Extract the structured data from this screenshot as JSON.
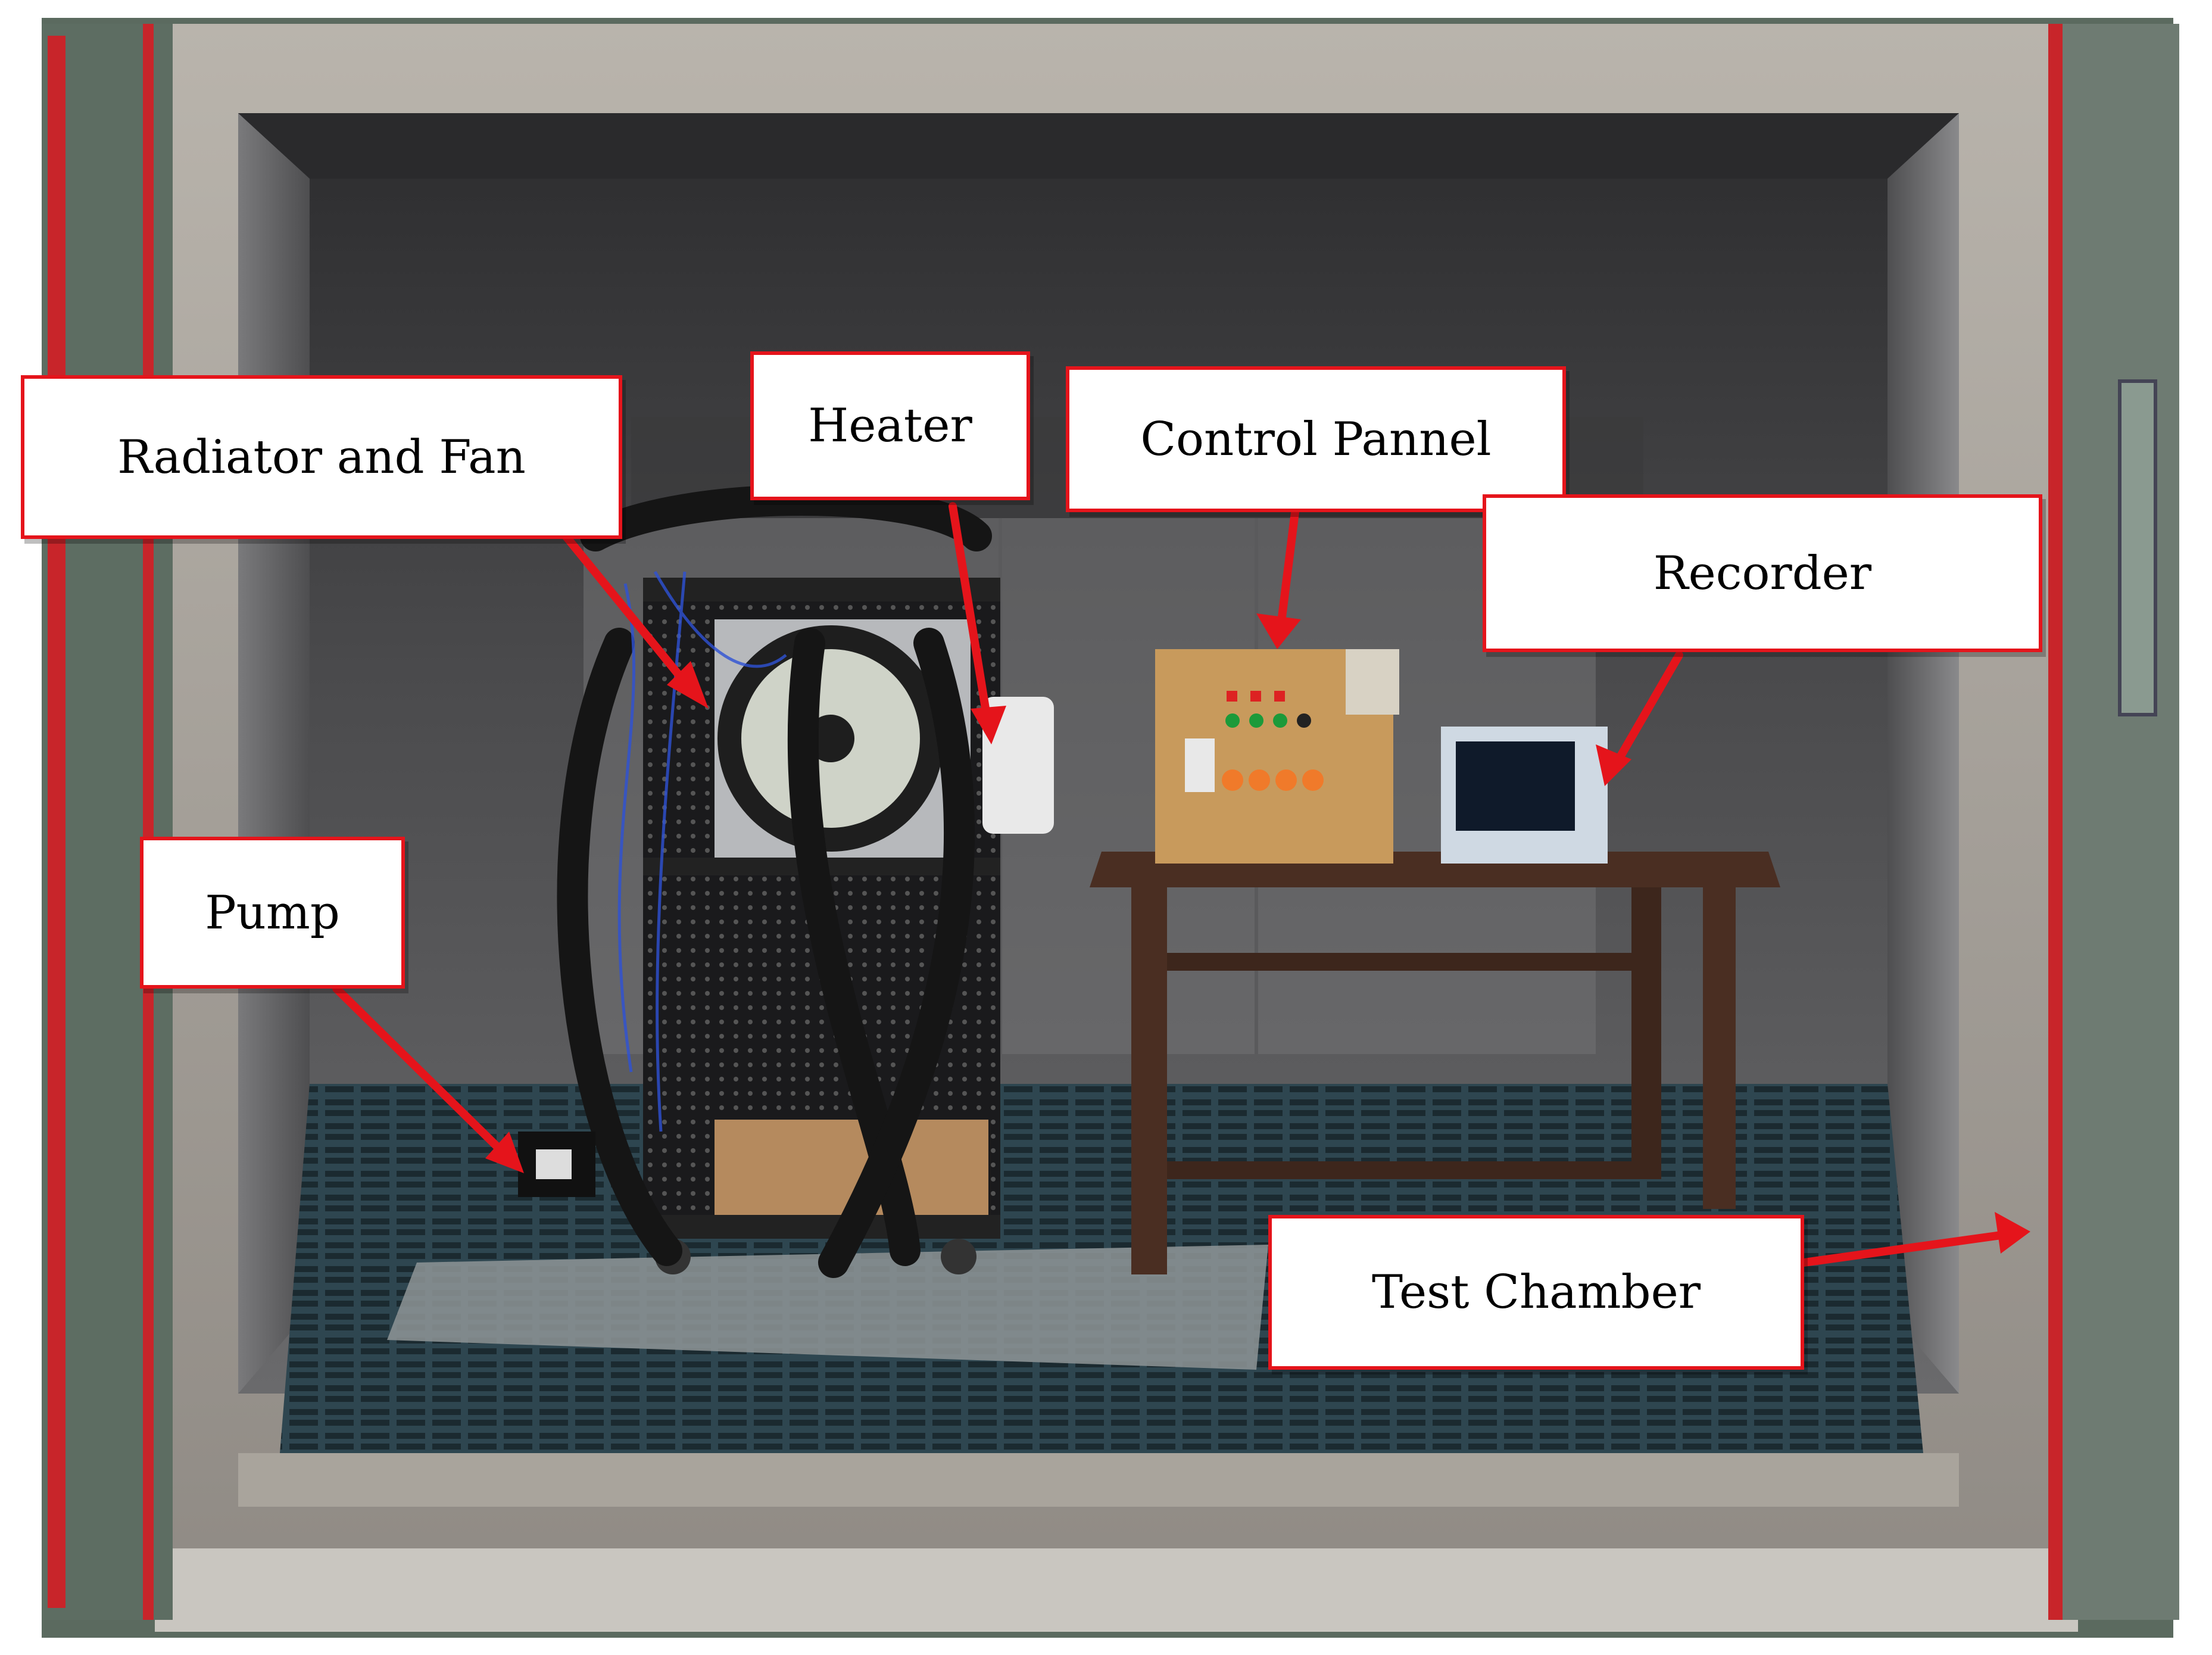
{
  "photo": {
    "subject": "Environmental test chamber containing radiator, fan, heater, pump, control panel and recorder on a table"
  },
  "labels": {
    "radiator_fan": "Radiator and Fan",
    "heater": "Heater",
    "control_panel": "Control Pannel",
    "recorder": "Recorder",
    "pump": "Pump",
    "test_chamber": "Test Chamber"
  },
  "colors": {
    "callout_border": "#e5141b",
    "arrow": "#e5141b",
    "chamber_steel": "#8c8c8c",
    "chamber_interior": "#4a4a4c",
    "floor_grate": "#3d5560",
    "door_seal": "#c8252a",
    "table_wood": "#4a2e22",
    "panel_wood": "#c89a5c"
  }
}
